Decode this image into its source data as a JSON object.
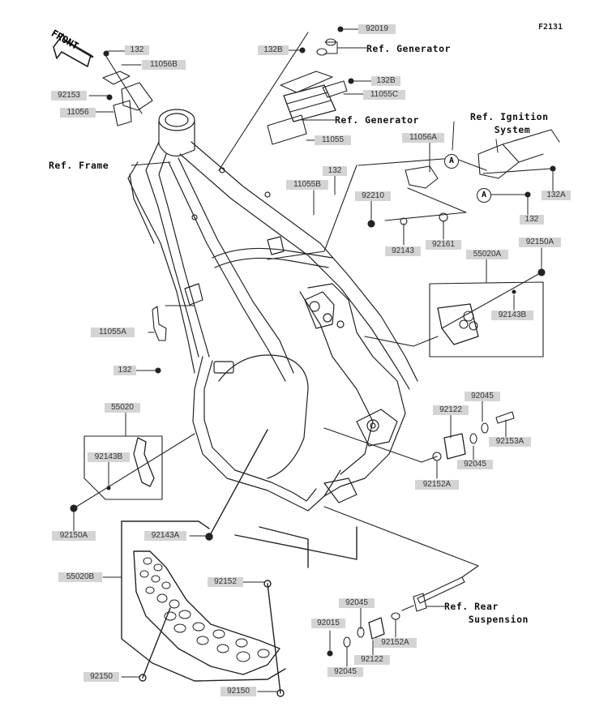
{
  "diagram_code": "F2131",
  "front_indicator": "FRONT",
  "references": {
    "frame": "Ref. Frame",
    "generator_top": "Ref. Generator",
    "generator_mid": "Ref. Generator",
    "ignition": "Ref. Ignition\n    System",
    "rear_suspension": "Ref. Rear\n    Suspension"
  },
  "callouts": [
    "A",
    "A"
  ],
  "part_labels": [
    {
      "id": "p132_top",
      "text": "132"
    },
    {
      "id": "p11056B",
      "text": "11056B"
    },
    {
      "id": "p92153",
      "text": "92153"
    },
    {
      "id": "p11056",
      "text": "11056"
    },
    {
      "id": "p92019",
      "text": "92019"
    },
    {
      "id": "p132B_a",
      "text": "132B"
    },
    {
      "id": "p132B_b",
      "text": "132B"
    },
    {
      "id": "p11055C",
      "text": "11055C"
    },
    {
      "id": "p11055",
      "text": "11055"
    },
    {
      "id": "p11056A",
      "text": "11056A"
    },
    {
      "id": "p132_mid",
      "text": "132"
    },
    {
      "id": "p11055B",
      "text": "11055B"
    },
    {
      "id": "p92210",
      "text": "92210"
    },
    {
      "id": "p92143",
      "text": "92143"
    },
    {
      "id": "p92161",
      "text": "92161"
    },
    {
      "id": "p132A",
      "text": "132A"
    },
    {
      "id": "p132_ign",
      "text": "132"
    },
    {
      "id": "p92150A_r",
      "text": "92150A"
    },
    {
      "id": "p55020A",
      "text": "55020A"
    },
    {
      "id": "p92143B_r",
      "text": "92143B"
    },
    {
      "id": "p11055A",
      "text": "11055A"
    },
    {
      "id": "p132_left",
      "text": "132"
    },
    {
      "id": "p55020",
      "text": "55020"
    },
    {
      "id": "p92143B_l",
      "text": "92143B"
    },
    {
      "id": "p92150A_l",
      "text": "92150A"
    },
    {
      "id": "p92045_a",
      "text": "92045"
    },
    {
      "id": "p92122_a",
      "text": "92122"
    },
    {
      "id": "p92153A",
      "text": "92153A"
    },
    {
      "id": "p92045_b",
      "text": "92045"
    },
    {
      "id": "p92152A_a",
      "text": "92152A"
    },
    {
      "id": "p92143A",
      "text": "92143A"
    },
    {
      "id": "p55020B",
      "text": "55020B"
    },
    {
      "id": "p92152",
      "text": "92152"
    },
    {
      "id": "p92150_a",
      "text": "92150"
    },
    {
      "id": "p92150_b",
      "text": "92150"
    },
    {
      "id": "p92045_c",
      "text": "92045"
    },
    {
      "id": "p92015",
      "text": "92015"
    },
    {
      "id": "p92152A_b",
      "text": "92152A"
    },
    {
      "id": "p92122_b",
      "text": "92122"
    },
    {
      "id": "p92045_d",
      "text": "92045"
    }
  ]
}
